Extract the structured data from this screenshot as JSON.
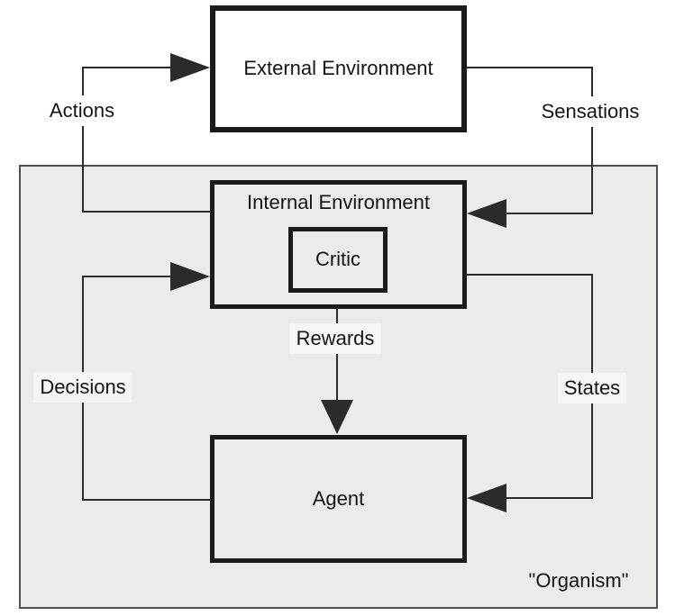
{
  "diagram": {
    "nodes": {
      "external_environment": "External Environment",
      "internal_environment": "Internal Environment",
      "critic": "Critic",
      "agent": "Agent"
    },
    "edge_labels": {
      "actions": "Actions",
      "sensations": "Sensations",
      "decisions": "Decisions",
      "states": "States",
      "rewards": "Rewards"
    },
    "region_label": "\"Organism\"",
    "colors": {
      "background": "#ffffff",
      "organism_fill": "#ebebe9",
      "label_fill": "#f5f5f3",
      "line": "#2b2b2b",
      "box_border": "#1b1b1b",
      "organism_border": "#4f4f4f",
      "text": "#151515"
    }
  }
}
